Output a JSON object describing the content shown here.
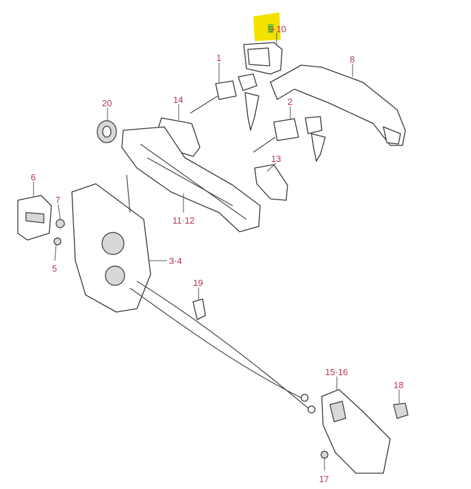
{
  "labels": {
    "p9_10": "9·10",
    "p1": "1",
    "p8": "8",
    "p20": "20",
    "p14": "14",
    "p2": "2",
    "p13": "13",
    "p6": "6",
    "p7": "7",
    "p11_12": "11·12",
    "p3_4": "3·4",
    "p5": "5",
    "p19": "19",
    "p15_16": "15·16",
    "p18": "18",
    "p17": "17"
  },
  "colors": {
    "label": "#b5344a",
    "highlight": "#f5e100",
    "highlight_digit": "#7ed321"
  }
}
